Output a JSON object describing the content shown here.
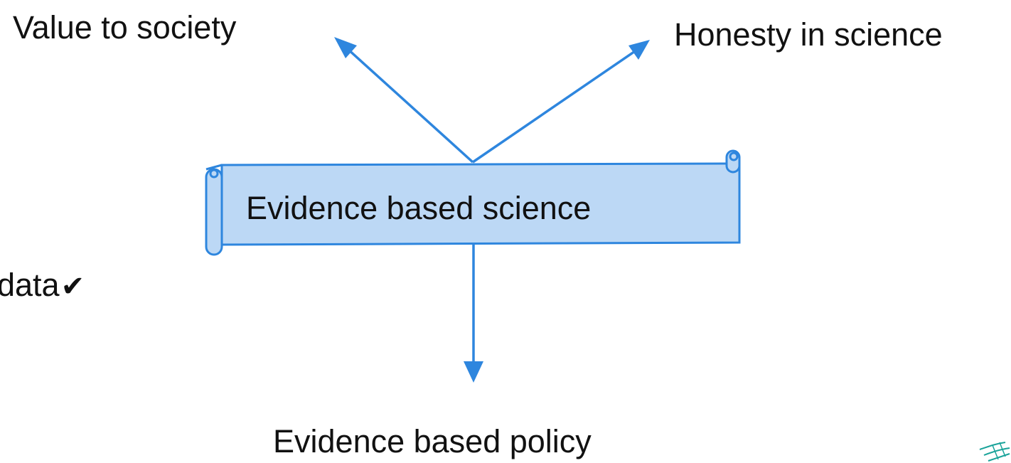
{
  "banner": {
    "label": "Evidence based science"
  },
  "outcomes": {
    "top_left": "Value to society",
    "top_right": "Honesty in science",
    "bottom": "Evidence based policy"
  },
  "side_fragment": {
    "text": "data",
    "check_glyph": "✔"
  },
  "colors": {
    "arrow": "#2e86de",
    "banner_fill": "#bcd8f5",
    "banner_stroke": "#2e86de"
  },
  "icons": [
    "scroll-banner",
    "arrow-up-left",
    "arrow-up-right",
    "arrow-down",
    "logo-fragment"
  ]
}
